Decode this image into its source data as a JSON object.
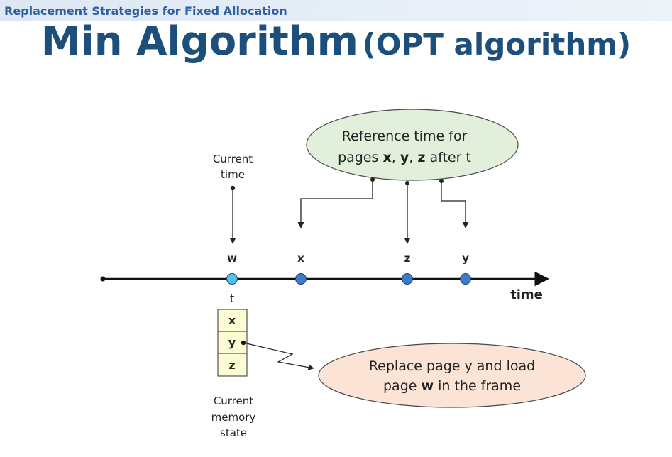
{
  "header": {
    "section_title": "Replacement Strategies for Fixed Allocation"
  },
  "title": {
    "main": "Min Algorithm",
    "paren": "(OPT algorithm)"
  },
  "diagram": {
    "current_time_label": [
      "Current",
      "time"
    ],
    "timeline_axis_label": "time",
    "current_point_label": "t",
    "points": [
      {
        "page": "w",
        "color": "#4fc3ee"
      },
      {
        "page": "x",
        "color": "#3b7dc9"
      },
      {
        "page": "z",
        "color": "#3b7dc9"
      },
      {
        "page": "y",
        "color": "#3b7dc9"
      }
    ],
    "reference_bubble": {
      "line1": "Reference time for",
      "line2_parts": [
        "pages ",
        "x",
        ", ",
        "y",
        ", ",
        "z",
        " after t"
      ],
      "fill": "#e2efda"
    },
    "memory_frames": [
      "x",
      "y",
      "z"
    ],
    "memory_fill": "#fbfbd4",
    "memory_state_label": [
      "Current",
      "memory",
      "state"
    ],
    "replace_bubble": {
      "line1": "Replace page y and load",
      "line2_parts": [
        "page ",
        "w",
        " in the frame"
      ],
      "fill": "#fbe3d6"
    }
  }
}
